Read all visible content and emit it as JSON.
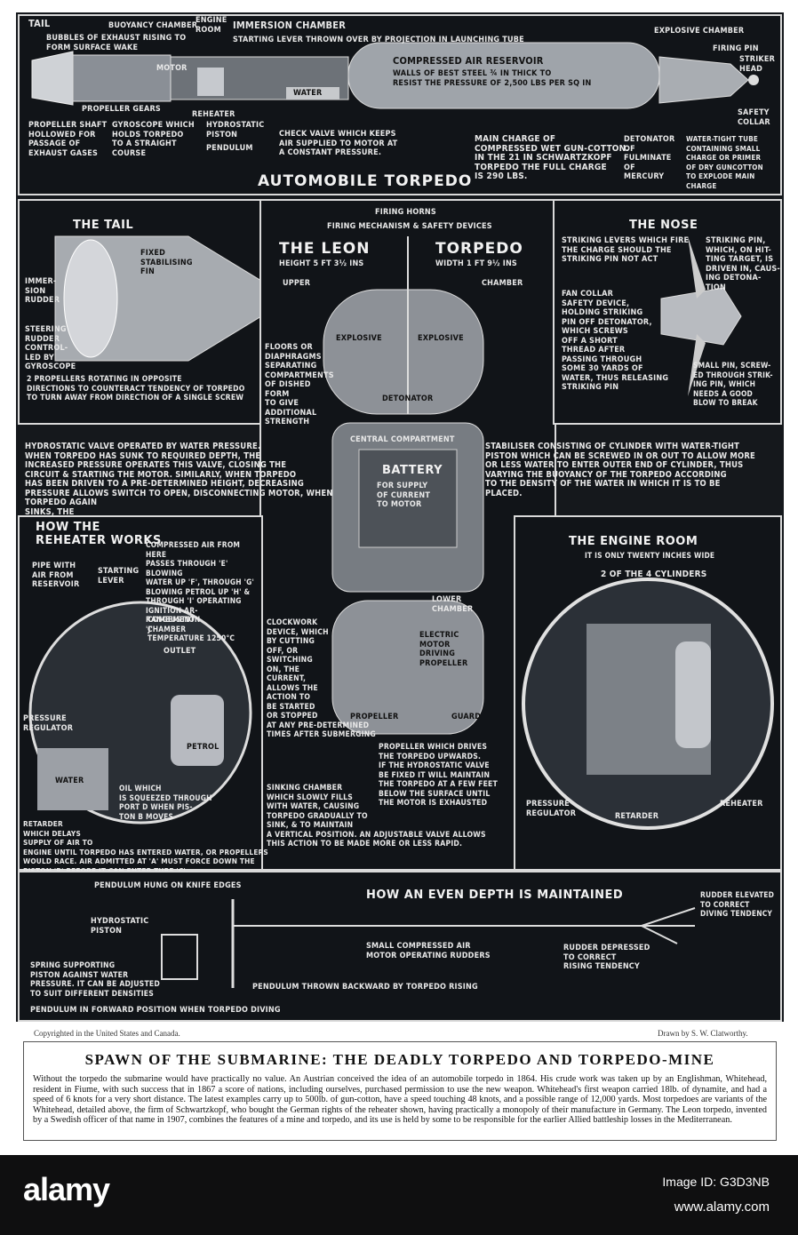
{
  "top_panel": {
    "title": "AUTOMOBILE TORPEDO",
    "labels": {
      "tail": "TAIL",
      "buoyancy": "BUOYANCY CHAMBER",
      "engine_room": "ENGINE\nROOM",
      "immersion_chamber": "IMMERSION CHAMBER",
      "explosive_chamber": "EXPLOSIVE CHAMBER",
      "bubbles": "BUBBLES OF EXHAUST RISING TO\nFORM SURFACE WAKE",
      "starting_lever": "STARTING LEVER THROWN OVER BY PROJECTION IN LAUNCHING TUBE",
      "motor": "MOTOR",
      "firing_pin": "FIRING PIN",
      "striker_head": "STRIKER\nHEAD",
      "reservoir_title": "COMPRESSED AIR RESERVOIR",
      "reservoir_text": "WALLS OF BEST STEEL ¾ IN THICK TO\nRESIST THE PRESSURE OF 2,500 lbs Per Sq In",
      "water": "WATER",
      "propeller_gears": "PROPELLER GEARS",
      "reheater": "REHEATER",
      "safety_collar": "SAFETY\nCOLLAR",
      "propeller_shaft": "PROPELLER SHAFT\nHOLLOWED FOR\nPASSAGE OF\nEXHAUST GASES",
      "gyroscope": "GYROSCOPE WHICH\nHOLDS TORPEDO\nTO A STRAIGHT\nCOURSE",
      "hydrostatic": "HYDROSTATIC\nPISTON",
      "pendulum": "PENDULUM",
      "check_valve": "CHECK VALVE WHICH KEEPS\nAIR SUPPLIED TO MOTOR AT\nA CONSTANT PRESSURE.",
      "main_charge": "MAIN CHARGE OF\nCOMPRESSED WET GUN-COTTON.\nIN THE 21 IN SCHWARTZKOPF\nTORPEDO THE FULL CHARGE\nIS 290 LBS.",
      "detonator": "DETONATOR\nOF\nFULMINATE\nOF\nMERCURY",
      "watertight_tube": "WATER-TIGHT TUBE\nCONTAINING SMALL\nCHARGE OR PRIMER\nOF DRY GUNCOTTON\nTO EXPLODE MAIN CHARGE"
    }
  },
  "tail_panel": {
    "title": "THE TAIL",
    "fin": "FIXED\nSTABILISING\nFIN",
    "immersion_rudder": "IMMER-\nSION\nRUDDER",
    "steering": "STEERING\nRUDDER\nCONTROL-\nLED BY\nGYROSCOPE",
    "caption": "2 PROPELLERS ROTATING IN OPPOSITE\nDIRECTIONS TO COUNTERACT TENDENCY OF TORPEDO\nTO TURN AWAY FROM DIRECTION OF A SINGLE SCREW"
  },
  "leon_panel": {
    "firing_horns": "FIRING HORNS",
    "firing_mech": "FIRING MECHANISM & SAFETY DEVICES",
    "title_left": "THE LEON",
    "title_right": "TORPEDO",
    "height": "HEIGHT 5 FT 3½ INS",
    "width": "WIDTH 1 FT 9½ INS",
    "upper": "UPPER",
    "chamber": "CHAMBER",
    "floors": "FLOORS OR\nDIAPHRAGMS\nSEPARATING\nCOMPARTMENTS\nOF DISHED\nFORM\nTO GIVE\nADDITIONAL\nSTRENGTH",
    "explosive_left": "EXPLOSIVE",
    "explosive_right": "EXPLOSIVE",
    "detonator": "DETONATOR",
    "central": "CENTRAL COMPARTMENT",
    "battery": "BATTERY",
    "battery_sub": "FOR SUPPLY\nOF CURRENT\nTO MOTOR",
    "lower_chamber": "LOWER\nCHAMBER",
    "electric_motor": "ELECTRIC\nMOTOR\nDRIVING\nPROPELLER",
    "propeller": "PROPELLER",
    "guard": "GUARD",
    "clockwork": "CLOCKWORK\nDEVICE, WHICH\nBY CUTTING\nOFF, OR\nSWITCHING\nON, THE\nCURRENT,\nALLOWS THE\nACTION TO\nBE STARTED\nOR STOPPED\nAT ANY PRE-DETERMINED\nTIMES AFTER SUBMERGING",
    "propeller_drives": "PROPELLER WHICH DRIVES\nTHE TORPEDO UPWARDS.\nIF THE HYDROSTATIC VALVE\nBE FIXED IT WILL MAINTAIN\nTHE TORPEDO AT A FEW FEET\nBELOW THE SURFACE UNTIL\nTHE MOTOR IS EXHAUSTED",
    "sinking": "SINKING CHAMBER\nWHICH SLOWLY FILLS\nWITH WATER, CAUSING\nTORPEDO GRADUALLY TO\nSINK, & TO MAINTAIN\nA VERTICAL POSITION. AN ADJUSTABLE VALVE ALLOWS\nTHIS ACTION TO BE MADE MORE OR LESS RAPID."
  },
  "nose_panel": {
    "title": "THE NOSE",
    "striking_levers": "STRIKING LEVERS WHICH FIRE\nTHE CHARGE SHOULD THE\nSTRIKING PIN NOT ACT",
    "striking_pin": "STRIKING PIN,\nWHICH, ON HIT-\nTING TARGET, IS\nDRIVEN IN, CAUS-\nING DETONA-\nTION",
    "fan_collar": "FAN COLLAR\nSAFETY DEVICE,\nHOLDING STRIKING\nPIN OFF DETONATOR,\nWHICH SCREWS\nOFF A SHORT\nTHREAD AFTER\nPASSING THROUGH\nSOME 30 YARDS OF\nWATER, THUS RELEASING\nSTRIKING PIN",
    "small_pin": "SMALL PIN, SCREW-\nED THROUGH STRIK-\nING PIN, WHICH\nNEEDS A GOOD\nBLOW TO BREAK"
  },
  "hydrostatic_text": "HYDROSTATIC VALVE OPERATED BY WATER PRESSURE.\nWHEN TORPEDO HAS SUNK TO REQUIRED DEPTH, THE\nINCREASED PRESSURE OPERATES THIS VALVE, CLOSING THE\nCIRCUIT & STARTING THE MOTOR. SIMILARLY, WHEN TORPEDO\nHAS BEEN DRIVEN TO A PRE-DETERMINED HEIGHT, DECREASING\nPRESSURE ALLOWS SWITCH TO OPEN, DISCONNECTING MOTOR, WHEN\nTORPEDO AGAIN\nSINKS, THE\nACTIONS\nFORMING A\nCONTINUOUS\nOSCILLATION\nVERTICALLY\nBETWEEN TWO\nFIXED LEVELS",
  "stabiliser_text": "STABILISER CONSISTING OF CYLINDER WITH WATER-TIGHT\nPISTON WHICH CAN BE SCREWED IN OR OUT TO ALLOW MORE\nOR LESS WATER TO ENTER OUTER END OF CYLINDER, THUS\nVARYING THE BUOYANCY OF THE TORPEDO ACCORDING\nTO THE DENSITY OF THE WATER IN WHICH IT IS TO BE\nPLACED.",
  "reheater_panel": {
    "title": "HOW THE\nREHEATER WORKS",
    "pipe": "PIPE WITH\nAIR FROM\nRESERVOIR",
    "starting_lever": "STARTING\nLEVER",
    "compressed": "COMPRESSED AIR FROM HERE\nPASSES THROUGH 'E' BLOWING\nWATER UP 'F', THROUGH 'G'\nBLOWING PETROL UP 'H' &\nTHROUGH 'I' OPERATING\nIGNITION AR-\nRANGEMENT\n'J'",
    "combustion": "COMBUSTION\nCHAMBER\nTEMPERATURE 1250°C",
    "outlet": "OUTLET",
    "pressure_regulator": "PRESSURE\nREGULATOR",
    "water": "WATER",
    "petrol": "PETROL",
    "oil": "OIL WHICH\nIS SQUEEZED THROUGH\nPORT D WHEN PIS-\nTON B MOVES",
    "retarder": "RETARDER\nWHICH DELAYS\nSUPPLY OF AIR TO\nENGINE UNTIL TORPEDO HAS ENTERED WATER, OR PROPELLERS\nWOULD RACE. AIR ADMITTED AT 'A' MUST FORCE DOWN THE\nPISTON 'B' BEFORE IT CAN ENTER TUBE 'C'."
  },
  "engine_panel": {
    "title": "THE ENGINE ROOM",
    "subtitle": "IT IS ONLY TWENTY INCHES WIDE",
    "cylinders": "2 OF THE 4 CYLINDERS",
    "pressure_regulator": "PRESSURE\nREGULATOR",
    "retarder": "RETARDER",
    "reheater": "REHEATER"
  },
  "depth_panel": {
    "title": "HOW AN EVEN DEPTH IS MAINTAINED",
    "pendulum_hung": "PENDULUM HUNG ON KNIFE EDGES",
    "hydrostatic": "HYDROSTATIC\nPISTON",
    "small_motor": "SMALL COMPRESSED AIR\nMOTOR OPERATING RUDDERS",
    "rudder_elevated": "RUDDER ELEVATED\nTO CORRECT\nDIVING TENDENCY",
    "rudder_depressed": "RUDDER DEPRESSED\nTO CORRECT\nRISING TENDENCY",
    "spring": "SPRING SUPPORTING\nPISTON AGAINST WATER\nPRESSURE. IT CAN BE ADJUSTED\nTO SUIT DIFFERENT DENSITIES",
    "pendulum_back": "PENDULUM THROWN BACKWARD BY TORPEDO RISING",
    "pendulum_forward": "PENDULUM IN FORWARD POSITION WHEN TORPEDO DIVING"
  },
  "meta": {
    "copyright": "Copyrighted in the United States and Canada.",
    "drawn_by": "Drawn by S. W. Clatworthy."
  },
  "caption": {
    "title": "SPAWN OF THE SUBMARINE: THE DEADLY TORPEDO AND TORPEDO-MINE",
    "text": "Without the torpedo the submarine would have practically no value. An Austrian conceived the idea of an automobile torpedo in 1864. His crude work was taken up by an Englishman, Whitehead, resident in Fiume, with such success that in 1867 a score of nations, including ourselves, purchased permission to use the new weapon. Whitehead's first weapon carried 18lb. of dynamite, and had a speed of 6 knots for a very short distance. The latest examples carry up to 500lb. of gun-cotton, have a speed touching 48 knots, and a possible range of 12,000 yards. Most torpedoes are variants of the Whitehead, detailed above, the firm of Schwartzkopf, who bought the German rights of the reheater shown, having practically a monopoly of their manufacture in Germany. The Leon torpedo, invented by a Swedish officer of that name in 1907, combines the features of a mine and torpedo, and its use is held by some to be responsible for the earlier Allied battleship losses in the Mediterranean."
  },
  "footer": {
    "logo": "alamy",
    "image_id": "Image ID: G3D3NB",
    "url": "www.alamy.com"
  }
}
